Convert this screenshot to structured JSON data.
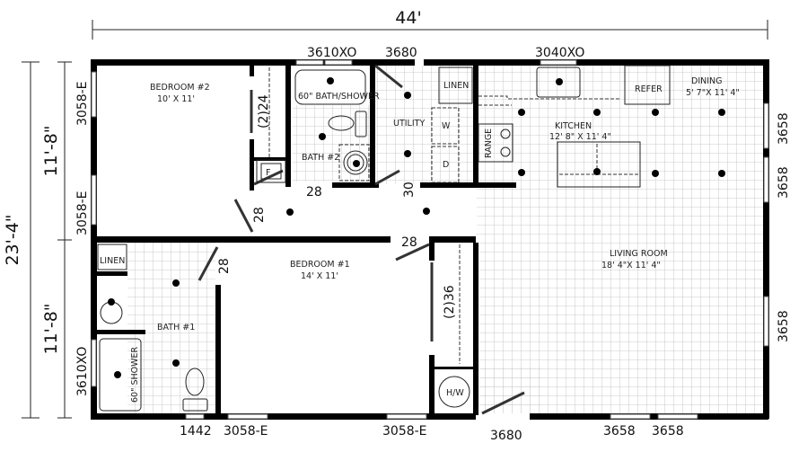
{
  "dimensions": {
    "overall_width": "44'",
    "overall_depth": "23'-4\"",
    "upper_half": "11'-8\"",
    "lower_half": "11'-8\""
  },
  "rooms": {
    "bedroom2": {
      "name": "BEDROOM #2",
      "size": "10' X 11'"
    },
    "bath2": {
      "name": "BATH #2"
    },
    "utility": {
      "name": "UTILITY"
    },
    "kitchen": {
      "name": "KITCHEN",
      "size": "12' 8\" X 11' 4\""
    },
    "dining": {
      "name": "DINING",
      "size": "5' 7\"X 11' 4\""
    },
    "living": {
      "name": "LIVING ROOM",
      "size": "18' 4\"X 11' 4\""
    },
    "bedroom1": {
      "name": "BEDROOM #1",
      "size": "14' X 11'"
    },
    "bath1": {
      "name": "BATH #1"
    }
  },
  "fixtures": {
    "bath_shower": "60\" BATH/SHOWER",
    "shower": "60\" SHOWER",
    "linen_top": "LINEN",
    "linen_bath1": "LINEN",
    "washer": "W",
    "dryer": "D",
    "range": "RANGE",
    "refer": "REFER",
    "furnace": "F",
    "water_heater": "H/W"
  },
  "openings": {
    "top_window_bath2": "3610XO",
    "top_door_utility": "3680",
    "top_window_kitchen": "3040XO",
    "left_window_upper": "3058-E",
    "left_window_middle": "3058-E",
    "left_window_lower": "3610XO",
    "right_window_1": "3658",
    "right_window_2": "3658",
    "right_window_3": "3658",
    "bottom_1442": "1442",
    "bottom_window_1": "3058-E",
    "bottom_window_2": "3058-E",
    "bottom_door": "3680",
    "bottom_window_3": "3658",
    "bottom_window_4": "3658",
    "door_closet_bed2": "(2)24",
    "door_bath2": "28",
    "door_utility": "30",
    "door_bed2": "28",
    "door_bed1": "28",
    "door_bath1": "28",
    "door_closet_bed1": "(2)36"
  }
}
